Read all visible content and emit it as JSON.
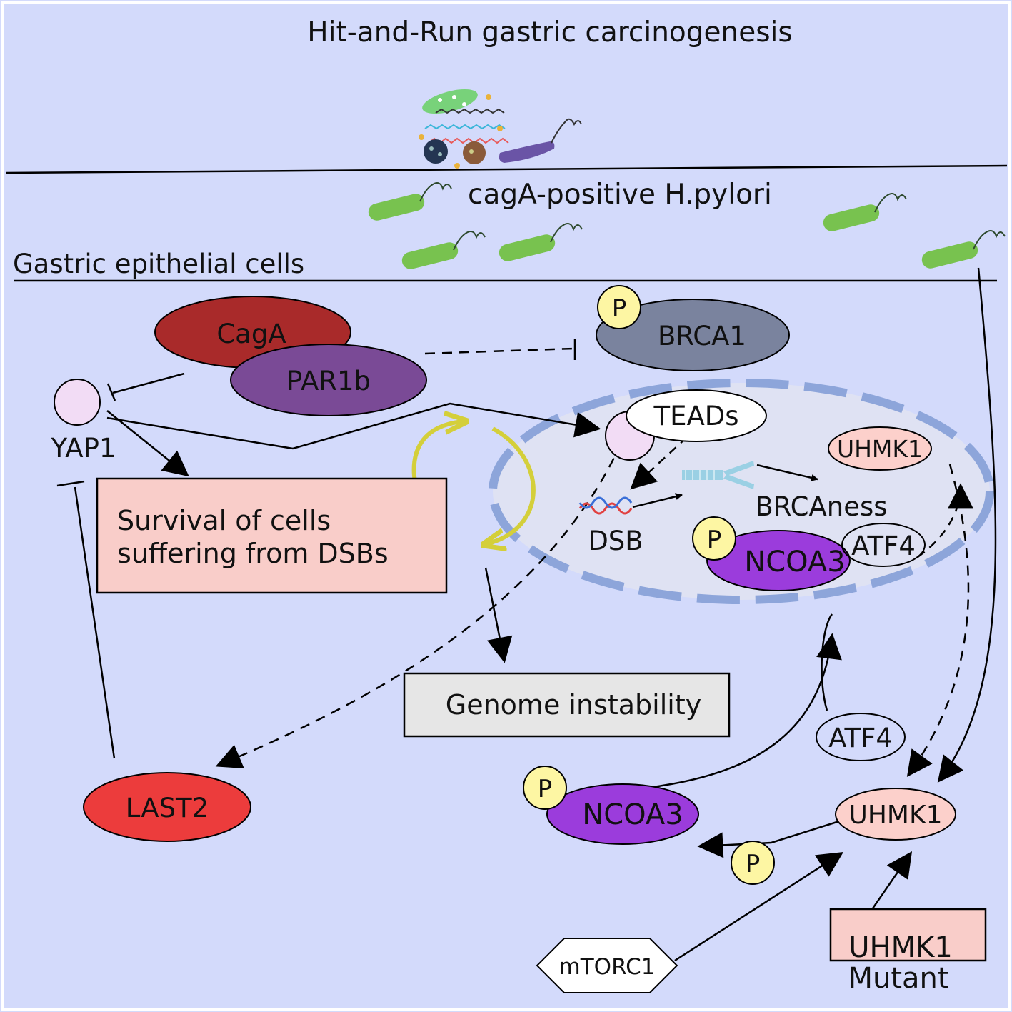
{
  "title": "Hit-and-Run gastric carcinogenesis",
  "labels": {
    "hpylori": "cagA-positive H.pylori",
    "epithelial": "Gastric epithelial cells",
    "yap1": "YAP1",
    "dsb": "DSB",
    "brcaness": "BRCAness",
    "mutant": "Mutant"
  },
  "nodes": {
    "caga": "CagA",
    "par1b": "PAR1b",
    "brca1": "BRCA1",
    "teads": "TEADs",
    "uhmk1_nucleus": "UHMK1",
    "ncoa3_nucleus": "NCOA3",
    "atf4_nucleus": "ATF4",
    "atf4": "ATF4",
    "ncoa3": "NCOA3",
    "uhmk1": "UHMK1",
    "uhmk1_mutant": "UHMK1",
    "last2": "LAST2",
    "mtorc1": "mTORC1"
  },
  "boxes": {
    "survival_line1": "Survival of cells",
    "survival_line2": "suffering from DSBs",
    "genome": "Genome instability"
  },
  "phospho": "P",
  "colors": {
    "background": "#d3dafb",
    "caga": "#a92a2a",
    "par1b": "#7a4a96",
    "brca1": "#7a839e",
    "ncoa3": "#9b3cdc",
    "uhmk1": "#fcd0cb",
    "last2": "#ec3c3c",
    "phospho": "#fdf6a3",
    "survival_box": "#f9cdc9",
    "genome_box": "#e6e6e6",
    "nucleus_fill": "#dfe2f3",
    "nucleus_border": "#8da5da",
    "cycle_arrows": "#d4cf3a",
    "yap1": "#f2dcf5"
  }
}
